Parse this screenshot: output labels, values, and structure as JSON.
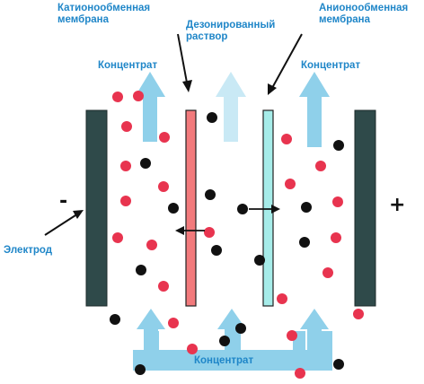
{
  "labels": {
    "cation_membrane_line1": "Катионообменная",
    "cation_membrane_line2": "мембрана",
    "deionized_line1": "Дезонированный",
    "deionized_line2": "раствор",
    "anion_membrane_line1": "Анионообменная",
    "anion_membrane_line2": "мембрана",
    "concentrate_left": "Концентрат",
    "concentrate_right": "Концентрат",
    "concentrate_bottom": "Концентрат",
    "electrode": "Электрод",
    "minus_sign": "-",
    "plus_sign": "+"
  },
  "colors": {
    "label_blue": "#1f86c8",
    "electrode": "#2f4a4a",
    "cation_membrane": "#f27a7c",
    "anion_membrane": "#a6ece9",
    "flow_arrow": "#8fd0ea",
    "flow_arrow_faint": "#c9e9f5",
    "cation_ion": "#e8344f",
    "anion_ion": "#111111"
  }
}
